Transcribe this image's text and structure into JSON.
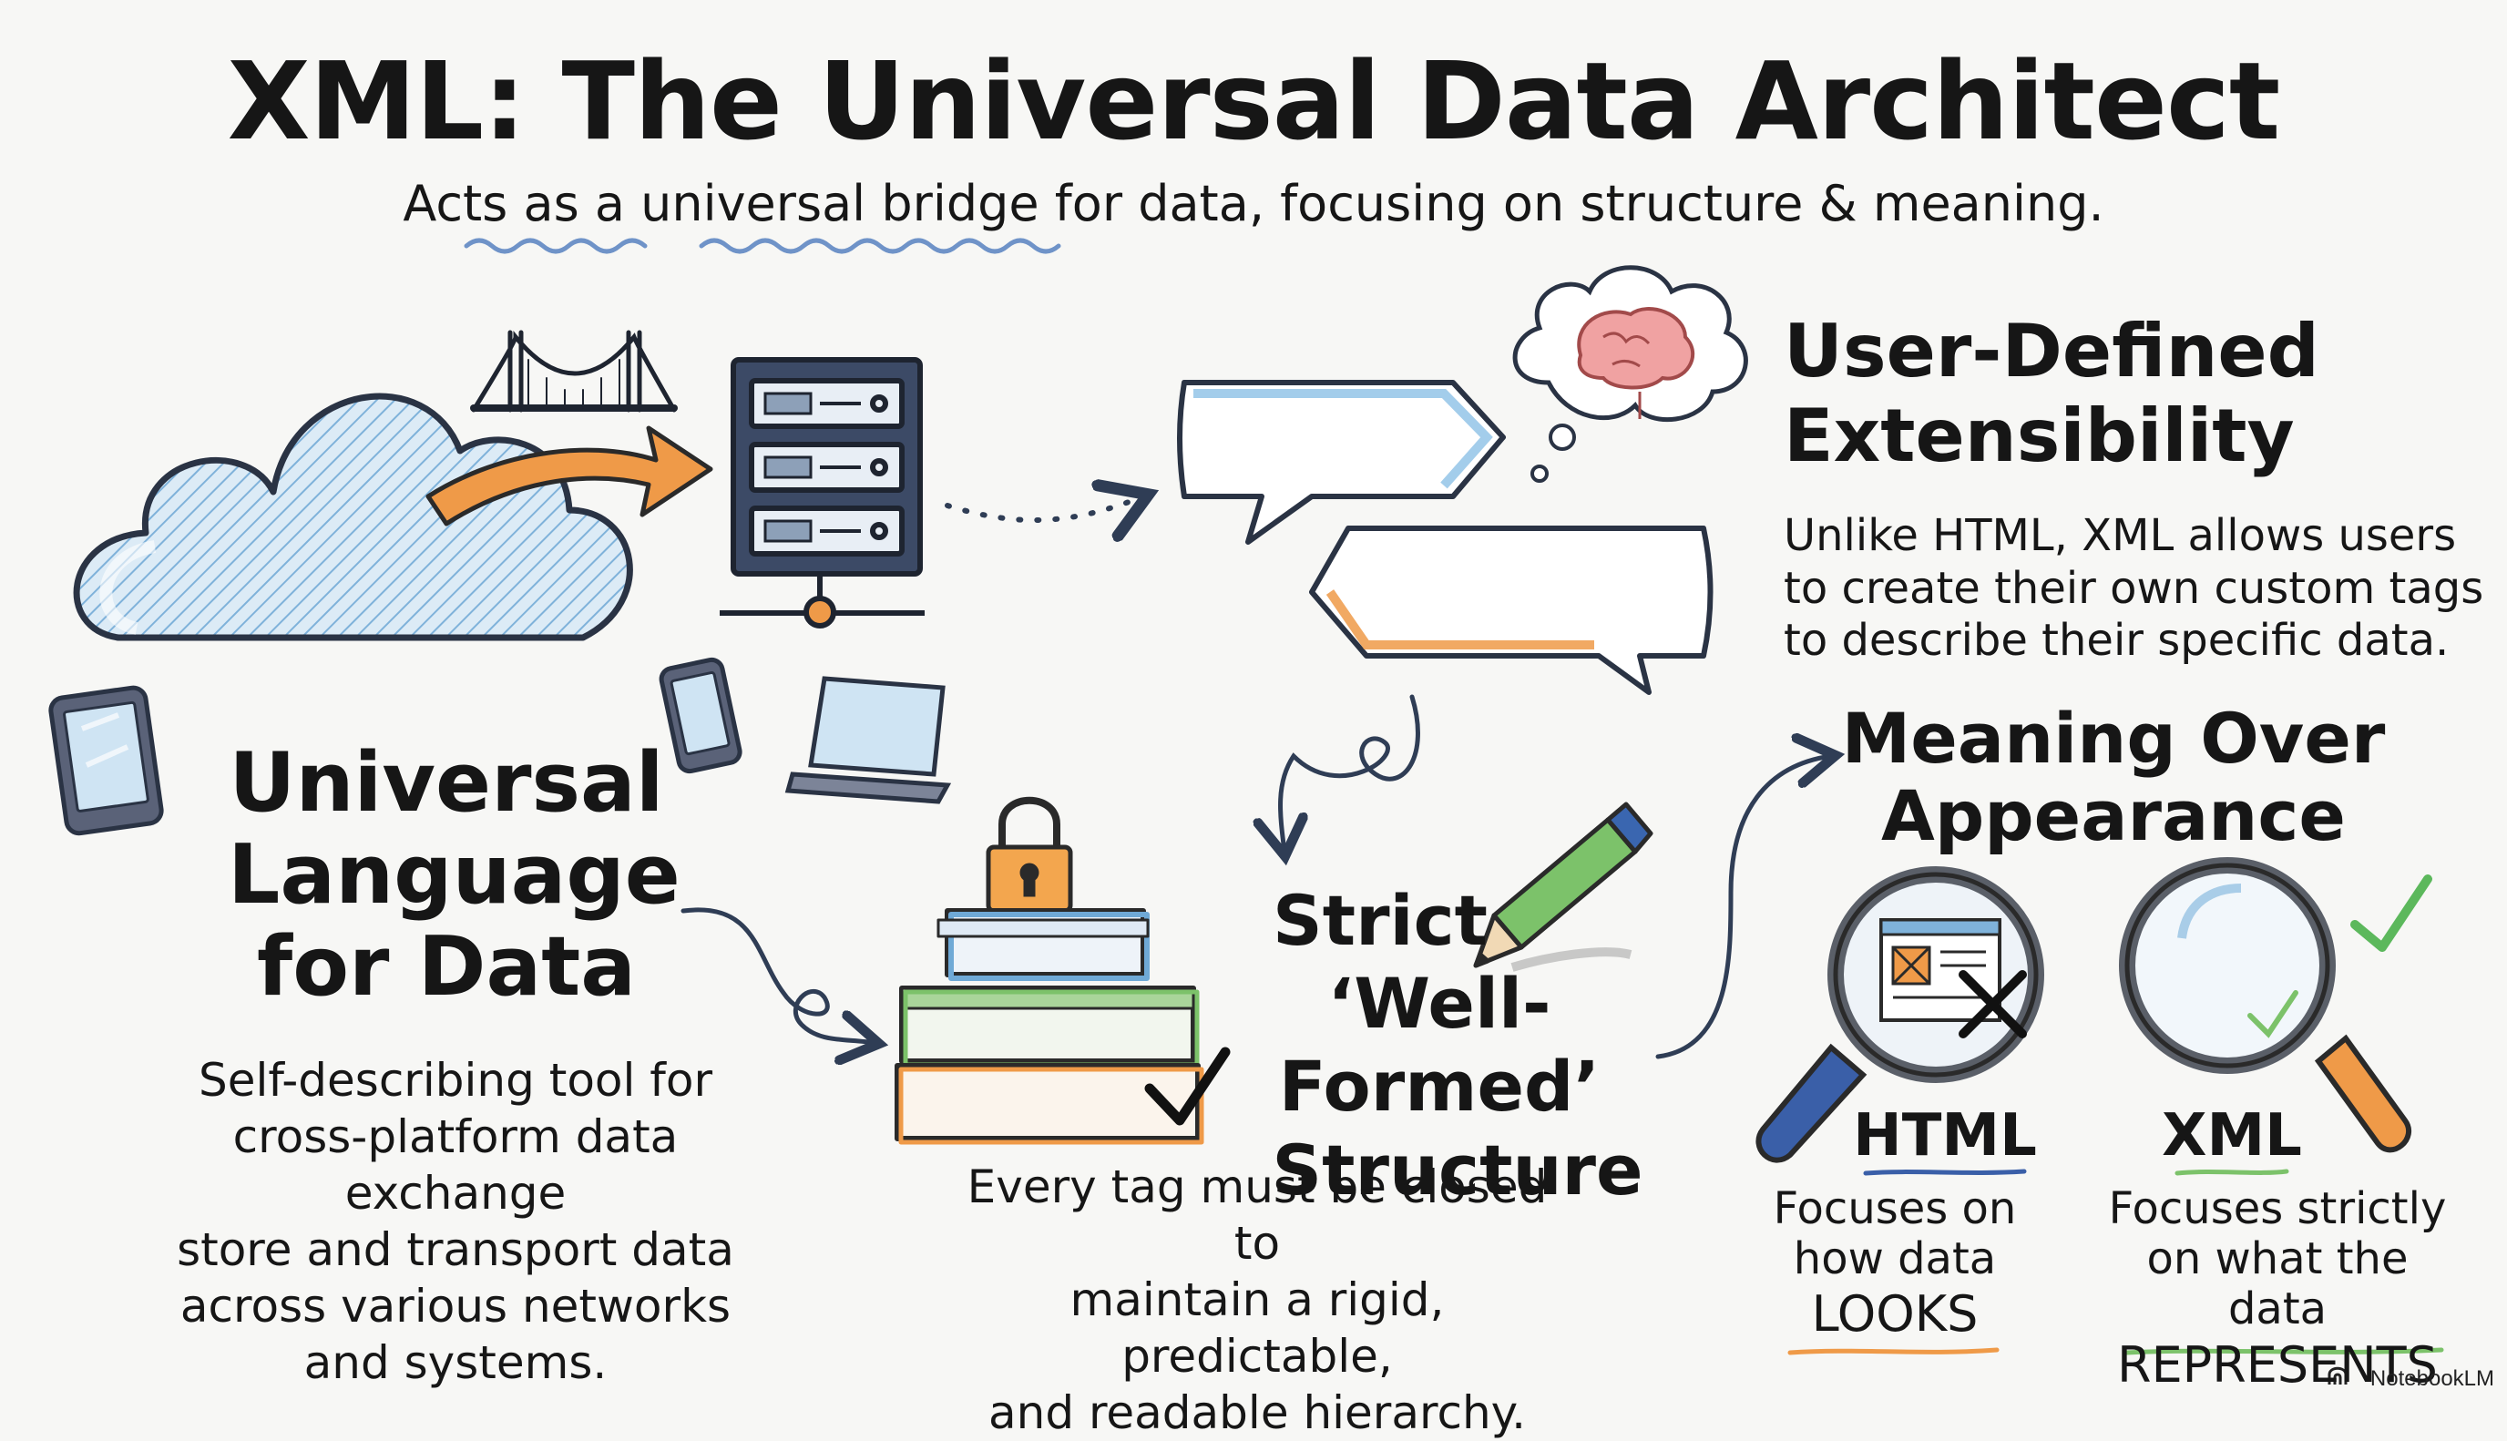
{
  "title": "XML: The Universal Data Architect",
  "subtitle": "Acts as a universal bridge for data, focusing on structure & meaning.",
  "colors": {
    "ink": "#161616",
    "blue": "#6fa9d6",
    "orange": "#e8913e",
    "green": "#7cc26a",
    "navy": "#2f3d55"
  },
  "universal_language": {
    "heading": [
      "Universal",
      "Language",
      "for Data"
    ],
    "body": [
      "Self-describing tool for",
      "cross-platform data exchange",
      "store and transport data",
      "across various networks",
      "and systems."
    ]
  },
  "user_defined": {
    "heading": [
      "User-Defined",
      "Extensibility"
    ],
    "body": [
      "Unlike HTML, XML allows users",
      "to create their own custom tags",
      "to describe their specific data."
    ]
  },
  "strict": {
    "heading": [
      "Strict",
      "‘Well-Formed’",
      "Structure"
    ],
    "body": [
      "Every tag must be closed to",
      "maintain a rigid, predictable,",
      "and readable hierarchy."
    ]
  },
  "meaning": {
    "heading": [
      "Meaning Over",
      "Appearance"
    ],
    "html_label": "HTML",
    "html_desc": [
      "Focuses on",
      "how data"
    ],
    "html_emph": "LOOKS",
    "xml_label": "XML",
    "xml_desc": [
      "Focuses strictly",
      "on what the data"
    ],
    "xml_emph": "REPRESENTS"
  },
  "icons": [
    "cloud-icon",
    "bridge-icon",
    "server-icon",
    "tablet-icon",
    "phone-icon",
    "laptop-icon",
    "speech-bubble-icon",
    "brain-thought-icon",
    "padlock-icon",
    "stacked-blocks-icon",
    "checkmark-icon",
    "pencil-icon",
    "magnifier-icon"
  ],
  "brand": "NotebookLM"
}
